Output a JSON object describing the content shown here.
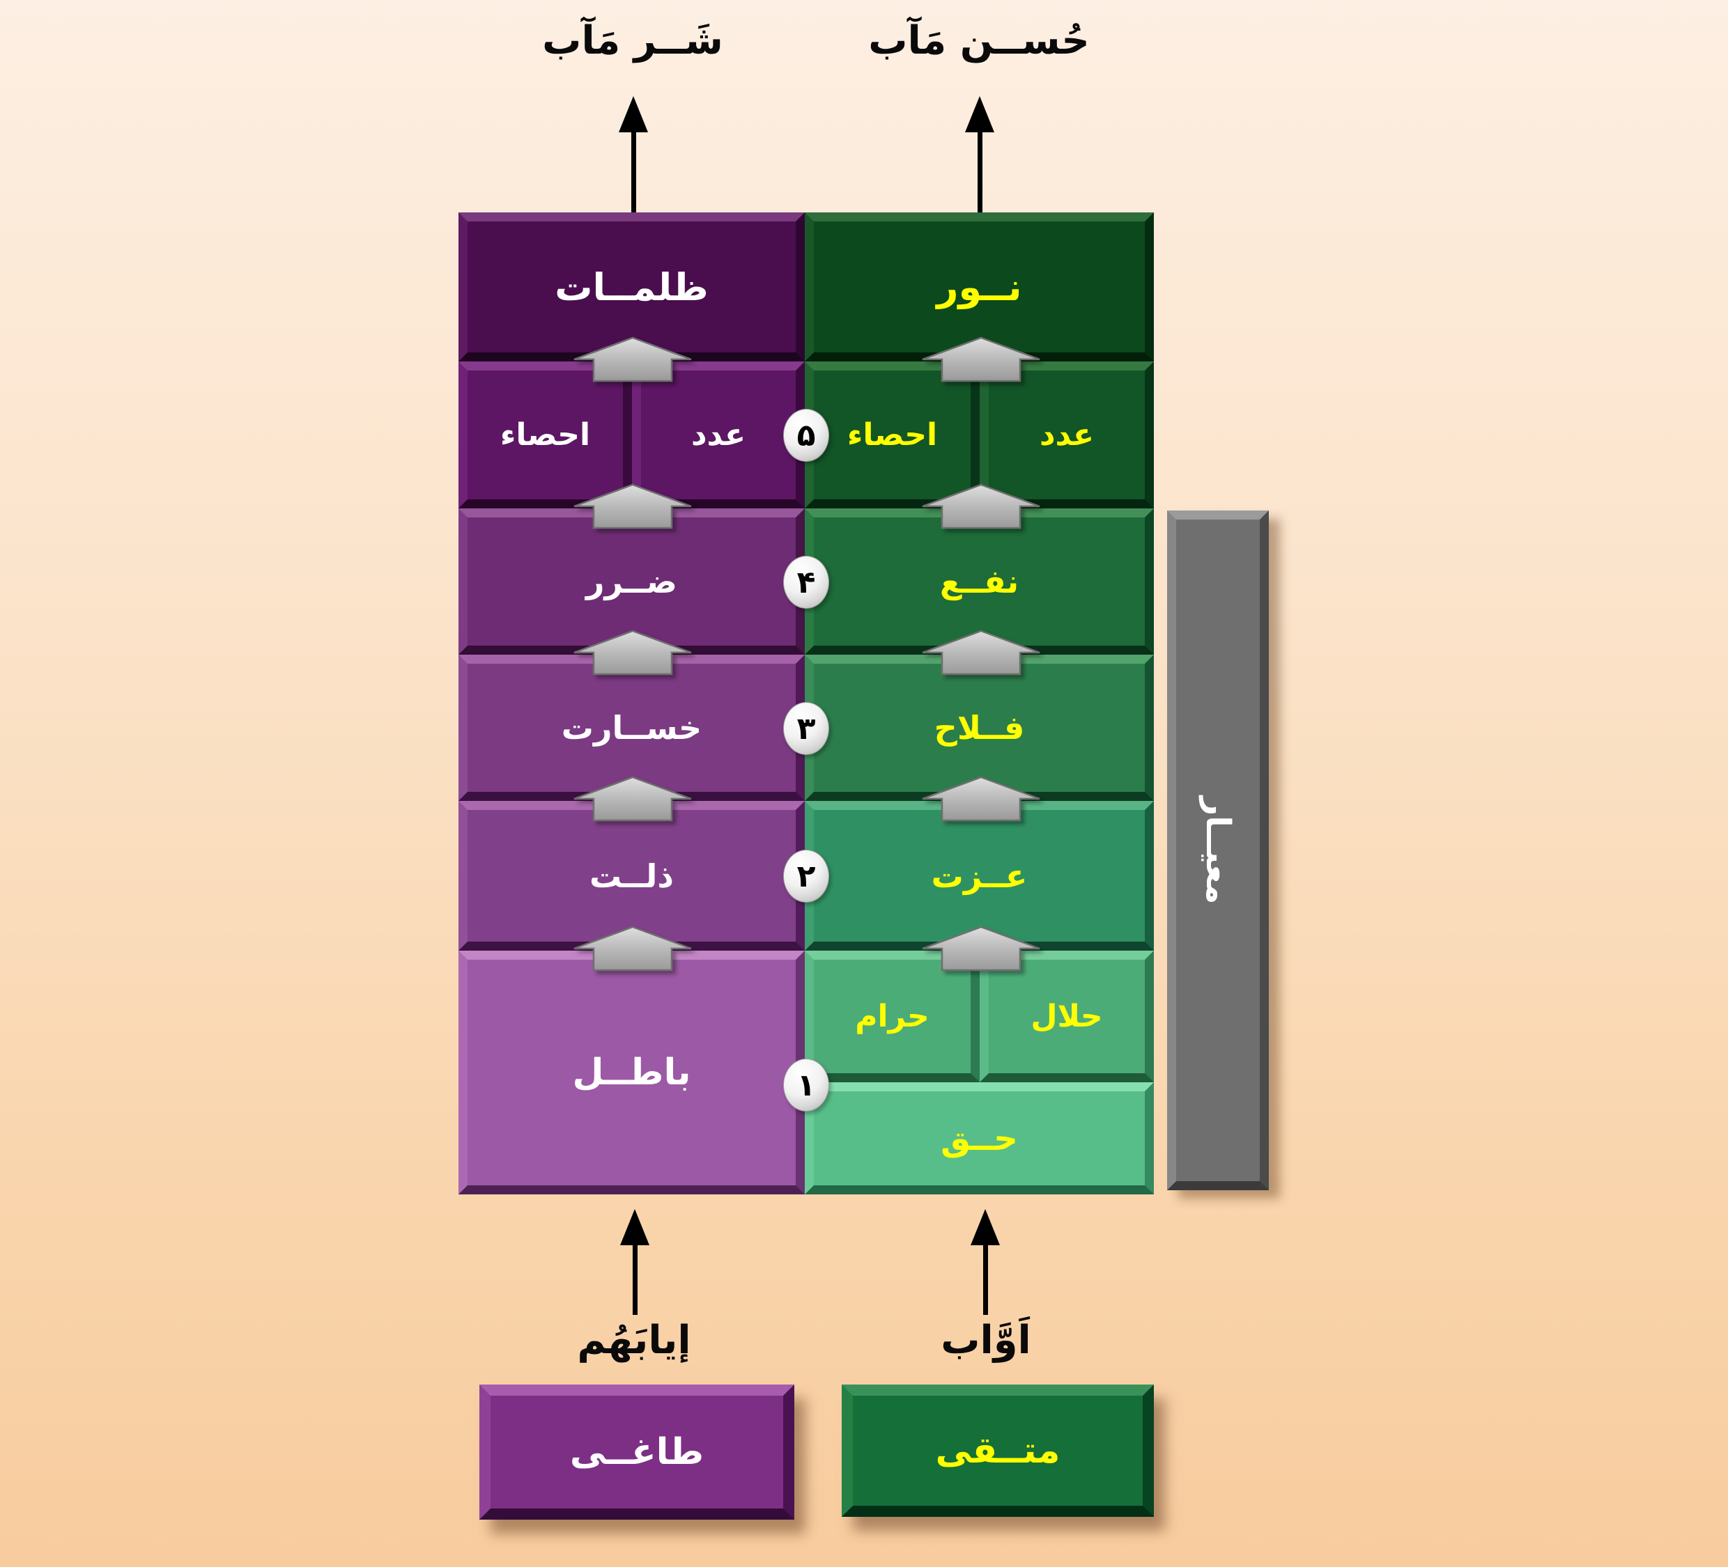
{
  "top": {
    "left_label": "شَــر مَآب",
    "right_label": "حُســن مَآب"
  },
  "bottom": {
    "left_label": "إيابَهُم",
    "right_label": "اَوَّاب"
  },
  "blocks": {
    "r1l": {
      "label": "ظلمــات",
      "style": "--bg:#4A0E4E;--t:#7A3A7E;--l:#5E1B62;--r:#2E0632;--b:#1D041F;--tc:#FFFFFF"
    },
    "r1r": {
      "label": "نــور",
      "style": "--bg:#0C4A1E;--t:#2F6E3C;--l:#1A5728;--r:#042D10;--b:#021F0A;--tc:#FFFF00"
    },
    "r2l1": {
      "label": "احصاء",
      "style": "--bg:#5C1663;--t:#86398D;--l:#6F2277;--r:#3A0A3F;--b:#270529;--tc:#FFFFFF"
    },
    "r2l2": {
      "label": "عدد",
      "style": "--bg:#5C1663;--t:#86398D;--l:#6F2277;--r:#3A0A3F;--b:#270529;--tc:#FFFFFF"
    },
    "r2r1": {
      "label": "احصاء",
      "style": "--bg:#125527;--t:#367A41;--l:#206431;--r:#083418;--b:#04250F;--tc:#FFFF00"
    },
    "r2r2": {
      "label": "عدد",
      "style": "--bg:#125527;--t:#367A41;--l:#206431;--r:#083418;--b:#04250F;--tc:#FFFF00"
    },
    "r3l": {
      "label": "ضــرر",
      "style": "--bg:#6E2C74;--t:#97579B;--l:#7F3C86;--r:#471548;--b:#320D35;--tc:#FFFFFF"
    },
    "r3r": {
      "label": "نفــع",
      "style": "--bg:#1D6C39;--t:#429057;--l:#2B7B45;--r:#0E4524;--b:#083018;--tc:#FFFF00"
    },
    "r4l": {
      "label": "خســارت",
      "style": "--bg:#7C3A83;--t:#A562A8;--l:#8D4B94;--r:#511955;--b:#3A1040;--tc:#FFFFFF"
    },
    "r4r": {
      "label": "فــلاح",
      "style": "--bg:#2B7E4B;--t:#53A36C;--l:#3A8D59;--r:#165333;--b:#0D3B22;--tc:#FFFF00"
    },
    "r5l": {
      "label": "ذلــت",
      "style": "--bg:#81408A;--t:#AA68AD;--l:#925099;--r:#551C5D;--b:#3D1244;--tc:#FFFFFF"
    },
    "r5r": {
      "label": "عــزت",
      "style": "--bg:#2F9163;--t:#58B485;--l:#3EA071;--r:#186040;--b:#0F452E;--tc:#FFFF00"
    },
    "r6l": {
      "label": "باطــل",
      "style": "--bg:#9C59A5;--t:#C285C6;--l:#AC69B2;--r:#6B3272;--b:#4E2154;--tc:#FFFFFF"
    },
    "r6r1": {
      "label": "حرام",
      "style": "--bg:#4CAC78;--t:#75CD9B;--l:#5BBB87;--r:#2C7B51;--b:#1D5B39;--tc:#FFFF00"
    },
    "r6r2": {
      "label": "حلال",
      "style": "--bg:#4CAC78;--t:#75CD9B;--l:#5BBB87;--r:#2C7B51;--b:#1D5B39;--tc:#FFFF00"
    },
    "r6r3": {
      "label": "حــق",
      "style": "--bg:#58BE89;--t:#86DFAF;--l:#67CC97;--r:#348A61;--b:#236945;--tc:#FFFF00"
    }
  },
  "numbers": {
    "r2": "۵",
    "r3": "۴",
    "r4": "۳",
    "r5": "۲",
    "r6": "۱"
  },
  "meyar": {
    "label": "معيــار",
    "style": "--bg:#6F6F6F;--t:#9B9B9B;--l:#878787;--r:#4B4B4B;--b:#3B3B3B;--tc:#FFFFFF"
  },
  "bottom_blocks": {
    "taghi": {
      "label": "طاغــى",
      "style": "--bg:#7D2F85;--t:#A85CAE;--l:#8F4097;--r:#4B1251;--b:#340C39;--tc:#FFFFFF"
    },
    "muttaqi": {
      "label": "متــقى",
      "style": "--bg:#156F39;--t:#3A9259;--l:#258045;--r:#084323;--b:#042F17;--tc:#FFFF00"
    }
  },
  "colors": {
    "background_top": "#FDEFE3",
    "background_bottom": "#F8CC9E",
    "left_text": "#FFFFFF",
    "right_text": "#FFFF00",
    "arrow_black": "#000000",
    "step_arrow_gray": "#B4B4B4"
  }
}
